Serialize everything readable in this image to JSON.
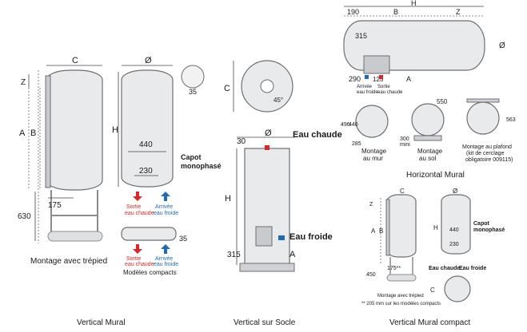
{
  "colors": {
    "hot": "#d8262b",
    "cold": "#1e6bb8",
    "tank": "#e9eaec",
    "outline": "#6d6f73"
  },
  "panel1": {
    "caption": "Vertical Mural",
    "dims": {
      "c": "C",
      "z": "Z",
      "a": "A",
      "b": "B",
      "dia": "Ø",
      "h": "H",
      "d440": "440",
      "d230": "230",
      "d175": "175",
      "d630": "630",
      "d35a": "35",
      "d35b": "35"
    },
    "capot": [
      "Capot",
      "monophasé"
    ],
    "sortie": [
      "Sortie",
      "eau chaude"
    ],
    "arrivee": [
      "Arrivée",
      "eau froide"
    ],
    "sortie2": [
      "Sortie",
      "eau chaude"
    ],
    "arrivee2": [
      "Arrivée",
      "eau froide"
    ],
    "montage_trepied": "Montage avec trépied",
    "modeles_compacts": "Modèles compacts"
  },
  "panel2": {
    "caption": "Vertical sur Socle",
    "dims": {
      "c": "C",
      "angle": "45°",
      "dia": "Ø",
      "d30": "30",
      "h": "H",
      "d315": "315",
      "a": "A"
    },
    "eau_chaude": "Eau chaude",
    "eau_froide": "Eau froide"
  },
  "panel3": {
    "title": "Horizontal Mural",
    "dims": {
      "h": "H",
      "d190": "190",
      "b": "B",
      "z": "Z",
      "d315": "315",
      "dia": "Ø",
      "d290": "290",
      "d125": "125",
      "a": "A",
      "d550": "550",
      "d496": "496",
      "d440": "440",
      "d285": "285",
      "d300": "300",
      "mini": "mini",
      "d563": "563"
    },
    "arrivee": [
      "Arrivée",
      "eau froide"
    ],
    "sortie": [
      "Sortie",
      "eau chaude"
    ],
    "montage_mur": [
      "Montage",
      "au mur"
    ],
    "montage_sol": [
      "Montage",
      "au sol"
    ],
    "montage_plafond": [
      "Montage au plafond",
      "(kit de cerclage",
      "obligatoire 009115)"
    ]
  },
  "panel4": {
    "caption": "Vertical Mural compact",
    "dims": {
      "c": "C",
      "z": "Z",
      "a": "A",
      "b": "B",
      "dia": "Ø",
      "h": "H",
      "d440": "440",
      "d230": "230",
      "d175": "175**",
      "d450": "450",
      "c2": "C"
    },
    "capot": [
      "Capot",
      "monophasé"
    ],
    "eau_chaude": "Eau chaude",
    "eau_froide": "Eau froide",
    "montage_trepied": "Montage avec trépied",
    "note": "** 205 mm sur les modèles compacts"
  }
}
